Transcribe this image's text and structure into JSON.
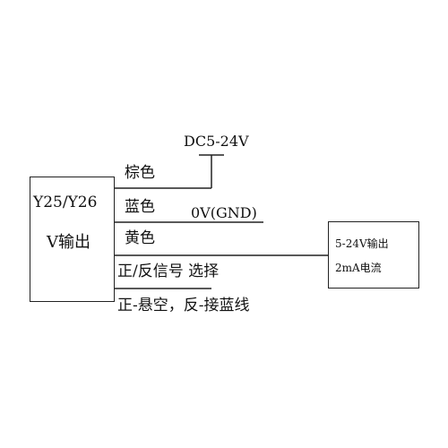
{
  "sensor": {
    "model": "Y25/Y26",
    "output_type": "V输出"
  },
  "wires": {
    "brown": "棕色",
    "blue": "蓝色",
    "yellow": "黄色",
    "signal_select": "正/反信号 选择",
    "signal_note": "正-悬空，反-接蓝线"
  },
  "power": {
    "supply_label": "DC5-24V",
    "ground_label": "0V(GND)"
  },
  "load": {
    "line1": "5-24V输出",
    "line2": "2mA电流"
  }
}
